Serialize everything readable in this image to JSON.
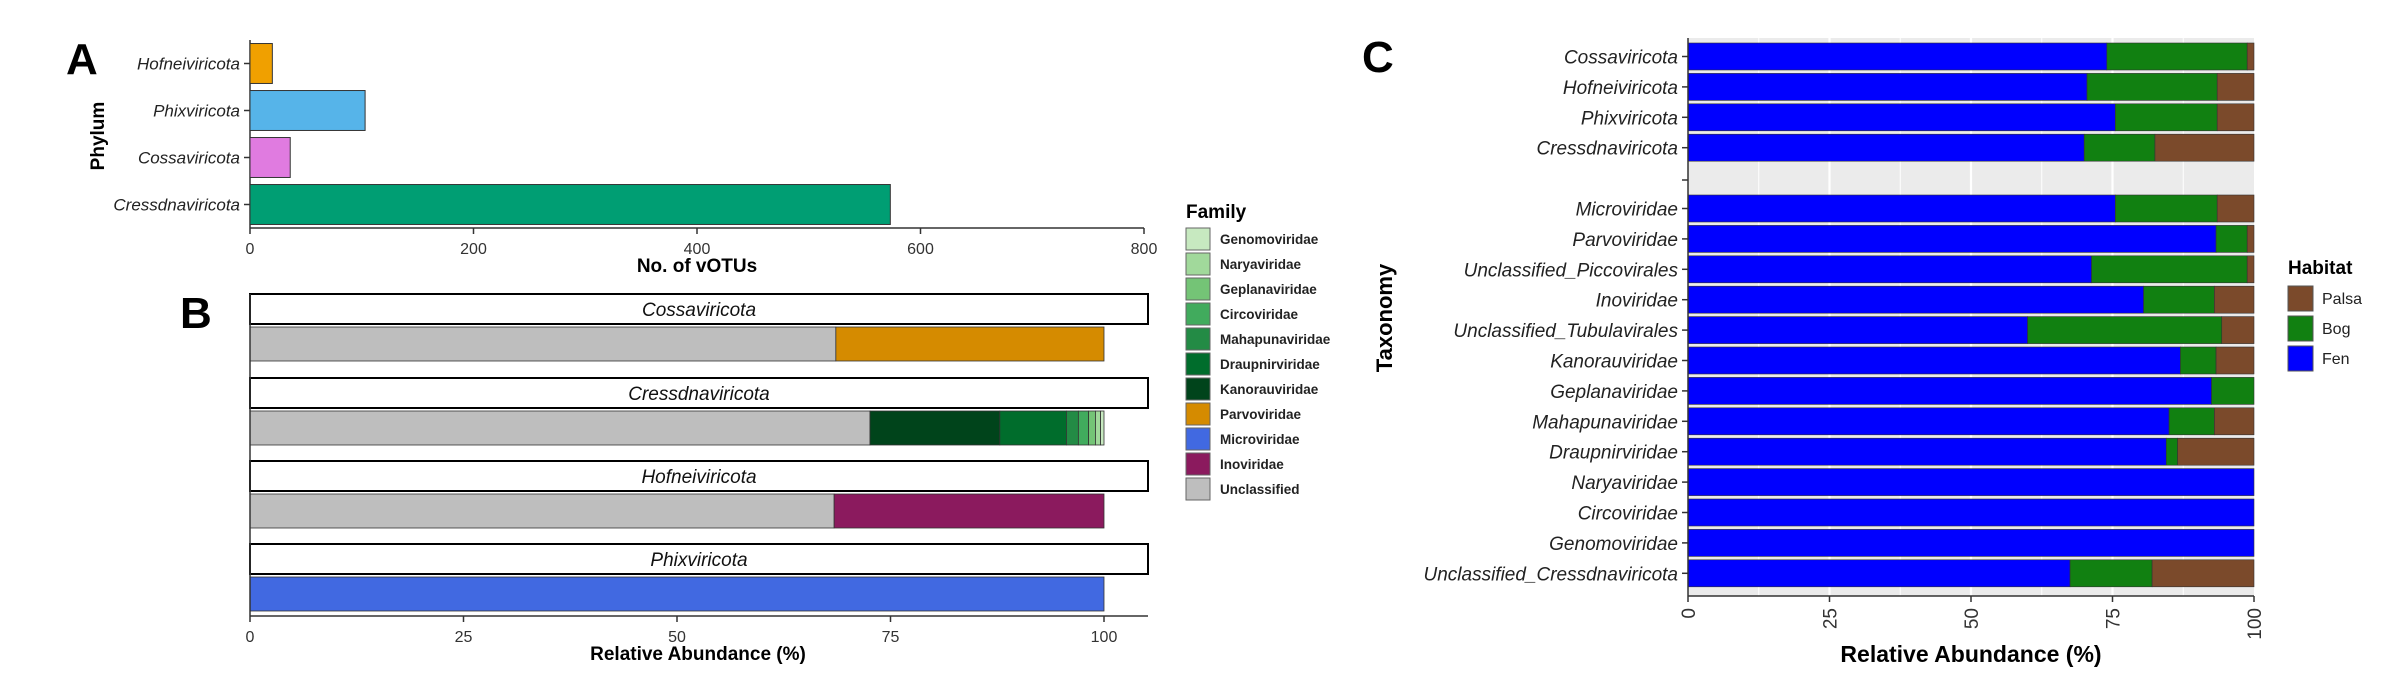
{
  "chart_data": [
    {
      "panel": "A",
      "type": "bar",
      "orientation": "horizontal",
      "xlabel": "No. of vOTUs",
      "ylabel": "Phylum",
      "xlim": [
        0,
        800
      ],
      "xticks": [
        0,
        200,
        400,
        600,
        800
      ],
      "categories": [
        "Hofneiviricota",
        "Phixviricota",
        "Cossaviricota",
        "Cressdnaviricota"
      ],
      "values": [
        20,
        103,
        36,
        573
      ],
      "colors": [
        "#F0A000",
        "#56B4E9",
        "#E07BE0",
        "#009E73"
      ]
    },
    {
      "panel": "B",
      "type": "bar",
      "orientation": "horizontal",
      "stacked": true,
      "xlabel": "Relative Abundance (%)",
      "xlim": [
        0,
        100
      ],
      "xticks": [
        0,
        25,
        50,
        75,
        100
      ],
      "legend_title": "Family",
      "legend_position": "right",
      "families": [
        {
          "name": "Genomoviridae",
          "color": "#C7E9C0"
        },
        {
          "name": "Naryaviridae",
          "color": "#A1D99B"
        },
        {
          "name": "Geplanaviridae",
          "color": "#74C476"
        },
        {
          "name": "Circoviridae",
          "color": "#41AB5D"
        },
        {
          "name": "Mahapunaviridae",
          "color": "#238B45"
        },
        {
          "name": "Draupnirviridae",
          "color": "#006D2C"
        },
        {
          "name": "Kanorauviridae",
          "color": "#00441B"
        },
        {
          "name": "Parvoviridae",
          "color": "#D58B00"
        },
        {
          "name": "Microviridae",
          "color": "#4169E1"
        },
        {
          "name": "Inoviridae",
          "color": "#8B1A5E"
        },
        {
          "name": "Unclassified",
          "color": "#BEBEBE"
        }
      ],
      "facets": [
        {
          "label": "Cossaviricota",
          "segments": [
            {
              "family": "Unclassified",
              "value": 68.6
            },
            {
              "family": "Parvoviridae",
              "value": 31.4
            }
          ]
        },
        {
          "label": "Cressdnaviricota",
          "segments": [
            {
              "family": "Unclassified",
              "value": 72.6
            },
            {
              "family": "Kanorauviridae",
              "value": 15.2
            },
            {
              "family": "Draupnirviridae",
              "value": 7.8
            },
            {
              "family": "Mahapunaviridae",
              "value": 1.4
            },
            {
              "family": "Circoviridae",
              "value": 1.2
            },
            {
              "family": "Geplanaviridae",
              "value": 0.8
            },
            {
              "family": "Naryaviridae",
              "value": 0.6
            },
            {
              "family": "Genomoviridae",
              "value": 0.4
            }
          ]
        },
        {
          "label": "Hofneiviricota",
          "segments": [
            {
              "family": "Unclassified",
              "value": 68.4
            },
            {
              "family": "Inoviridae",
              "value": 31.6
            }
          ]
        },
        {
          "label": "Phixviricota",
          "segments": [
            {
              "family": "Microviridae",
              "value": 100
            }
          ]
        }
      ]
    },
    {
      "panel": "C",
      "type": "bar",
      "orientation": "horizontal",
      "stacked": true,
      "xlabel": "Relative Abundance (%)",
      "ylabel": "Taxonomy",
      "xlim": [
        0,
        100
      ],
      "xticks": [
        "0",
        "25",
        "50",
        "75",
        "100"
      ],
      "legend_title": "Habitat",
      "legend_position": "right",
      "habitats": [
        {
          "name": "Palsa",
          "color": "#7B4A2B"
        },
        {
          "name": "Bog",
          "color": "#118011"
        },
        {
          "name": "Fen",
          "color": "#0000FF"
        }
      ],
      "groups": [
        {
          "rows": [
            {
              "label": "Cossaviricota",
              "fen": 74,
              "bog": 24.8,
              "palsa": 1.2
            },
            {
              "label": "Hofneiviricota",
              "fen": 70.5,
              "bog": 23,
              "palsa": 6.5
            },
            {
              "label": "Phixviricota",
              "fen": 75.5,
              "bog": 18,
              "palsa": 6.5
            },
            {
              "label": "Cressdnaviricota",
              "fen": 70,
              "bog": 12.5,
              "palsa": 17.5
            }
          ]
        },
        {
          "rows": [
            {
              "label": "Microviridae",
              "fen": 75.5,
              "bog": 18,
              "palsa": 6.5
            },
            {
              "label": "Parvoviridae",
              "fen": 93.3,
              "bog": 5.5,
              "palsa": 1.2
            },
            {
              "label": "Unclassified_Piccovirales",
              "fen": 71.3,
              "bog": 27.5,
              "palsa": 1.2
            },
            {
              "label": "Inoviridae",
              "fen": 80.5,
              "bog": 12.5,
              "palsa": 7
            },
            {
              "label": "Unclassified_Tubulavirales",
              "fen": 60,
              "bog": 34.3,
              "palsa": 5.7
            },
            {
              "label": "Kanorauviridae",
              "fen": 87,
              "bog": 6.3,
              "palsa": 6.7
            },
            {
              "label": "Geplanaviridae",
              "fen": 92.5,
              "bog": 7.5,
              "palsa": 0
            },
            {
              "label": "Mahapunaviridae",
              "fen": 85,
              "bog": 8,
              "palsa": 7
            },
            {
              "label": "Draupnirviridae",
              "fen": 84.5,
              "bog": 2,
              "palsa": 13.5
            },
            {
              "label": "Naryaviridae",
              "fen": 100,
              "bog": 0,
              "palsa": 0
            },
            {
              "label": "Circoviridae",
              "fen": 100,
              "bog": 0,
              "palsa": 0
            },
            {
              "label": "Genomoviridae",
              "fen": 100,
              "bog": 0,
              "palsa": 0
            },
            {
              "label": "Unclassified_Cressdnaviricota",
              "fen": 67.5,
              "bog": 14.5,
              "palsa": 18
            }
          ]
        }
      ]
    }
  ]
}
